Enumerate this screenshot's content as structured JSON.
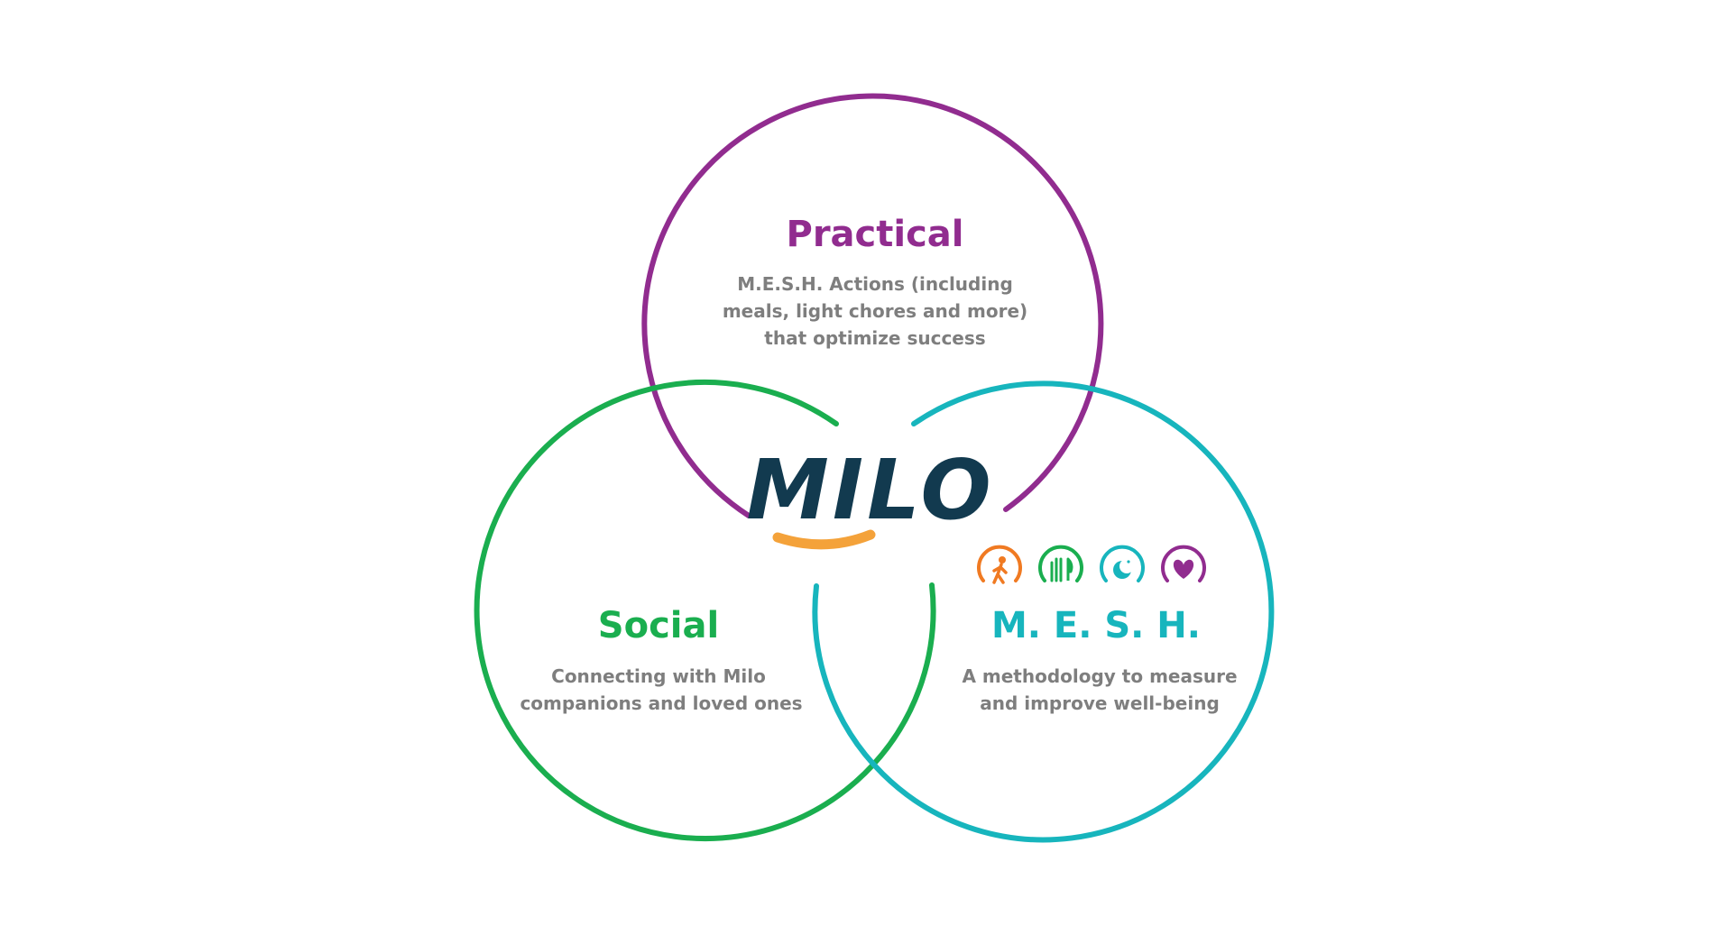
{
  "colors": {
    "practical": "#912c8f",
    "social": "#1aae4f",
    "mesh": "#17b5bd",
    "logo": "#123a4f",
    "smile": "#f4a23a",
    "body_text": "#7e7e7e",
    "walk_icon": "#f07a22",
    "meal_icon": "#1aae4f",
    "sleep_icon": "#17b5bd",
    "heart_icon": "#912c8f"
  },
  "logo": {
    "text": "MILO"
  },
  "practical": {
    "title": "Practical",
    "lines": [
      "M.E.S.H. Actions (including",
      "meals, light chores and more)",
      "that optimize success"
    ]
  },
  "social": {
    "title": "Social",
    "lines": [
      "Connecting with Milo",
      "companions and loved ones"
    ]
  },
  "mesh": {
    "title": "M. E. S. H.",
    "lines": [
      "A methodology to measure",
      "and improve well-being"
    ],
    "icons": [
      "walking-person-icon",
      "fork-knife-icon",
      "moon-icon",
      "heart-icon"
    ]
  }
}
